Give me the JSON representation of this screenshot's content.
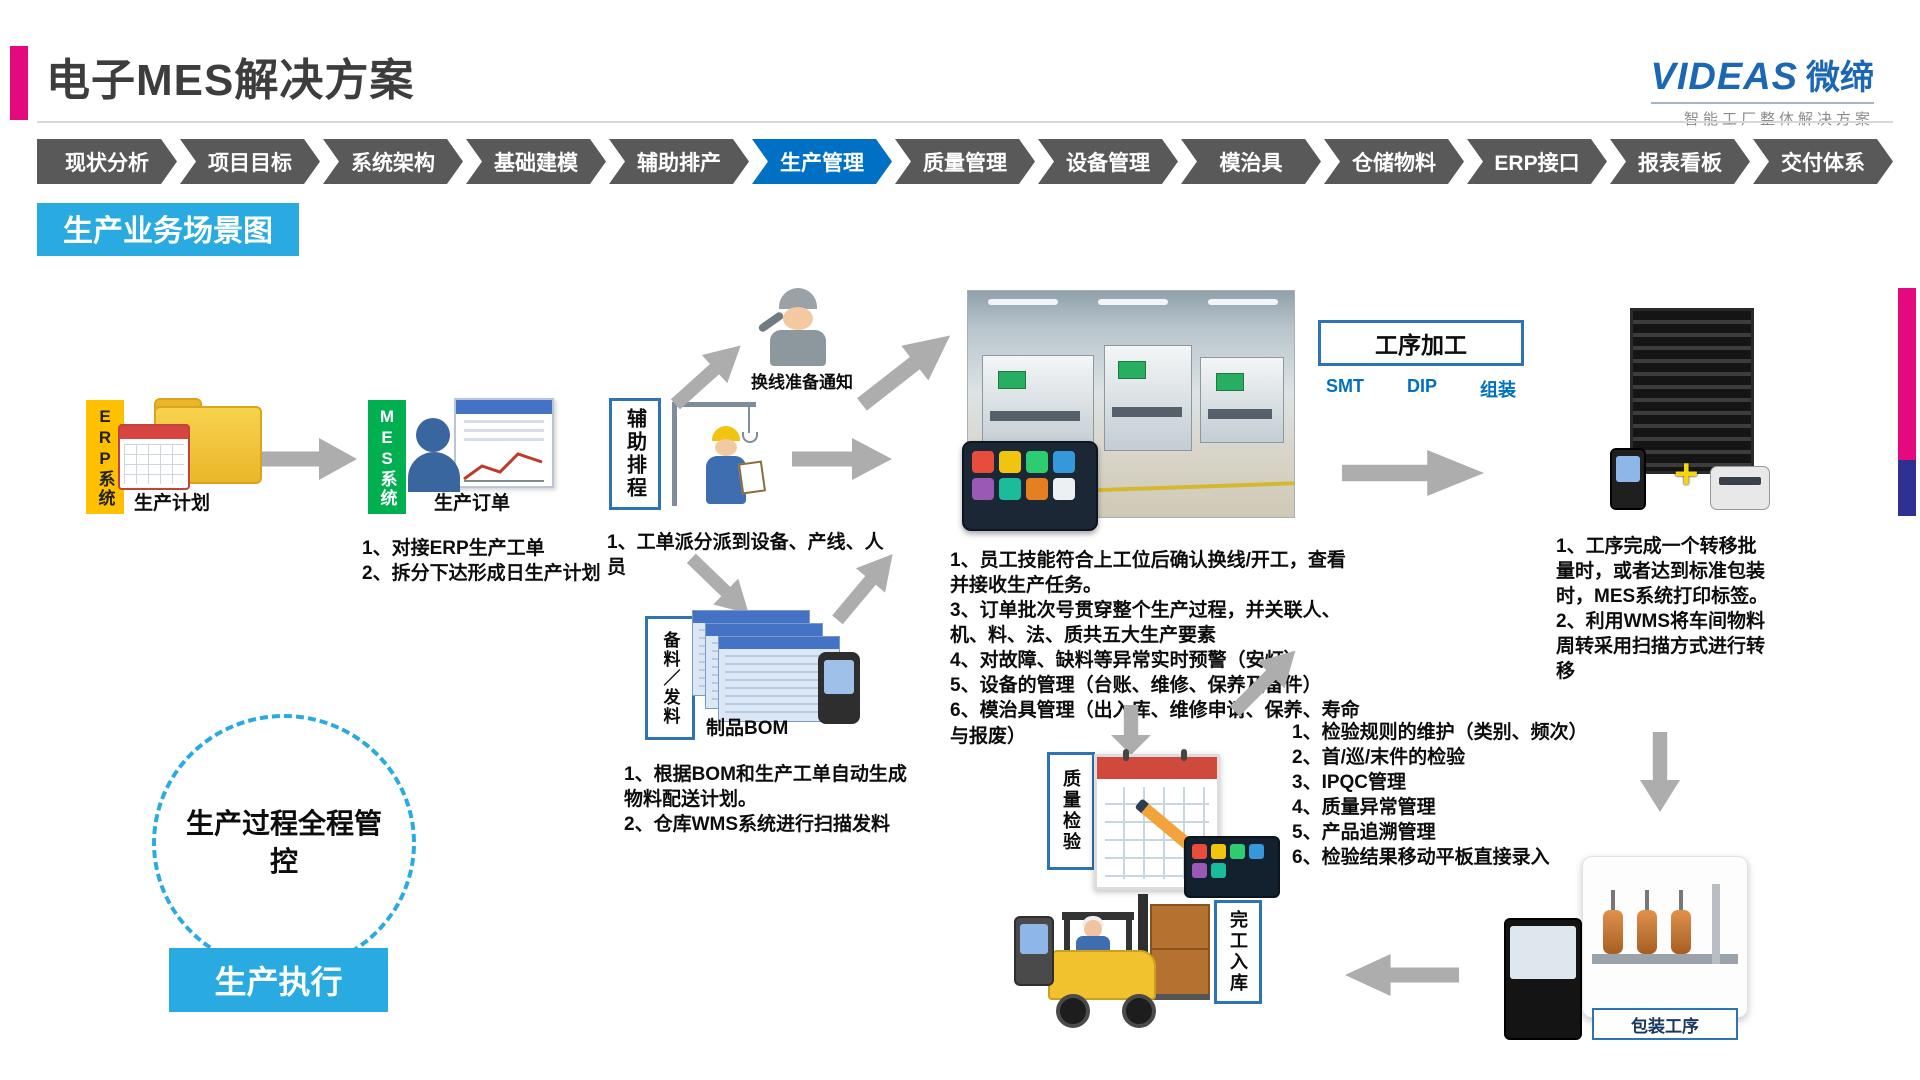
{
  "header": {
    "title": "电子MES解决方案",
    "logo": {
      "brand": "VIDEAS",
      "brand_cn": "微缔",
      "tagline": "智能工厂整体解决方案"
    }
  },
  "nav": {
    "tabs": [
      {
        "label": "现状分析",
        "active": false
      },
      {
        "label": "项目目标",
        "active": false
      },
      {
        "label": "系统架构",
        "active": false
      },
      {
        "label": "基础建模",
        "active": false
      },
      {
        "label": "辅助排产",
        "active": false
      },
      {
        "label": "生产管理",
        "active": true
      },
      {
        "label": "质量管理",
        "active": false
      },
      {
        "label": "设备管理",
        "active": false
      },
      {
        "label": "模治具",
        "active": false
      },
      {
        "label": "仓储物料",
        "active": false
      },
      {
        "label": "ERP接口",
        "active": false
      },
      {
        "label": "报表看板",
        "active": false
      },
      {
        "label": "交付体系",
        "active": false
      }
    ]
  },
  "section_label": "生产业务场景图",
  "diagram": {
    "erp": {
      "ribbon": "ERP系统",
      "caption": "生产计划"
    },
    "mes": {
      "ribbon": "MES系统",
      "caption": "生产订单",
      "notes": "1、对接ERP生产工单\n2、拆分下达形成日生产计划"
    },
    "aux_schedule": {
      "label": "辅助排程",
      "notes": "1、工单派分派到设备、产线、人员"
    },
    "changeover": {
      "label": "换线准备通知"
    },
    "material": {
      "label": "备料／发料",
      "caption": "制品BOM",
      "notes": "1、根据BOM和生产工单自动生成物料配送计划。\n2、仓库WMS系统进行扫描发料"
    },
    "process": {
      "box_label": "工序加工",
      "stages": [
        "SMT",
        "DIP",
        "组装"
      ],
      "notes": "1、员工技能符合上工位后确认换线/开工，查看并接收生产任务。\n3、订单批次号贯穿整个生产过程，并关联人、机、料、法、质共五大生产要素\n4、对故障、缺料等异常实时预警（安灯）\n5、设备的管理（台账、维修、保养及备件）\n6、模治具管理（出入库、维修申请、保养、寿命与报废）"
    },
    "transfer": {
      "notes": "1、工序完成一个转移批量时，或者达到标准包装时，MES系统打印标签。\n2、利用WMS将车间物料周转采用扫描方式进行转移"
    },
    "quality": {
      "label": "质量检验",
      "notes": "1、检验规则的维护（类别、频次）\n2、首/巡/末件的检验\n3、IPQC管理\n4、质量异常管理\n5、产品追溯管理\n6、检验结果移动平板直接录入"
    },
    "warehouse": {
      "label": "完工入库"
    },
    "packing": {
      "label": "包装工序"
    },
    "control": {
      "circle_text": "生产过程全程管控",
      "button_label": "生产执行"
    },
    "rack_plus": "+"
  },
  "colors": {
    "accent_pink": "#E5097F",
    "nav_gray": "#595959",
    "nav_active_blue": "#0070C5",
    "cyan": "#29ABE2",
    "erp_yellow": "#FFC000",
    "mes_green": "#00B050",
    "box_border_blue": "#2E74B5",
    "arrow_gray": "#ADADAD"
  }
}
